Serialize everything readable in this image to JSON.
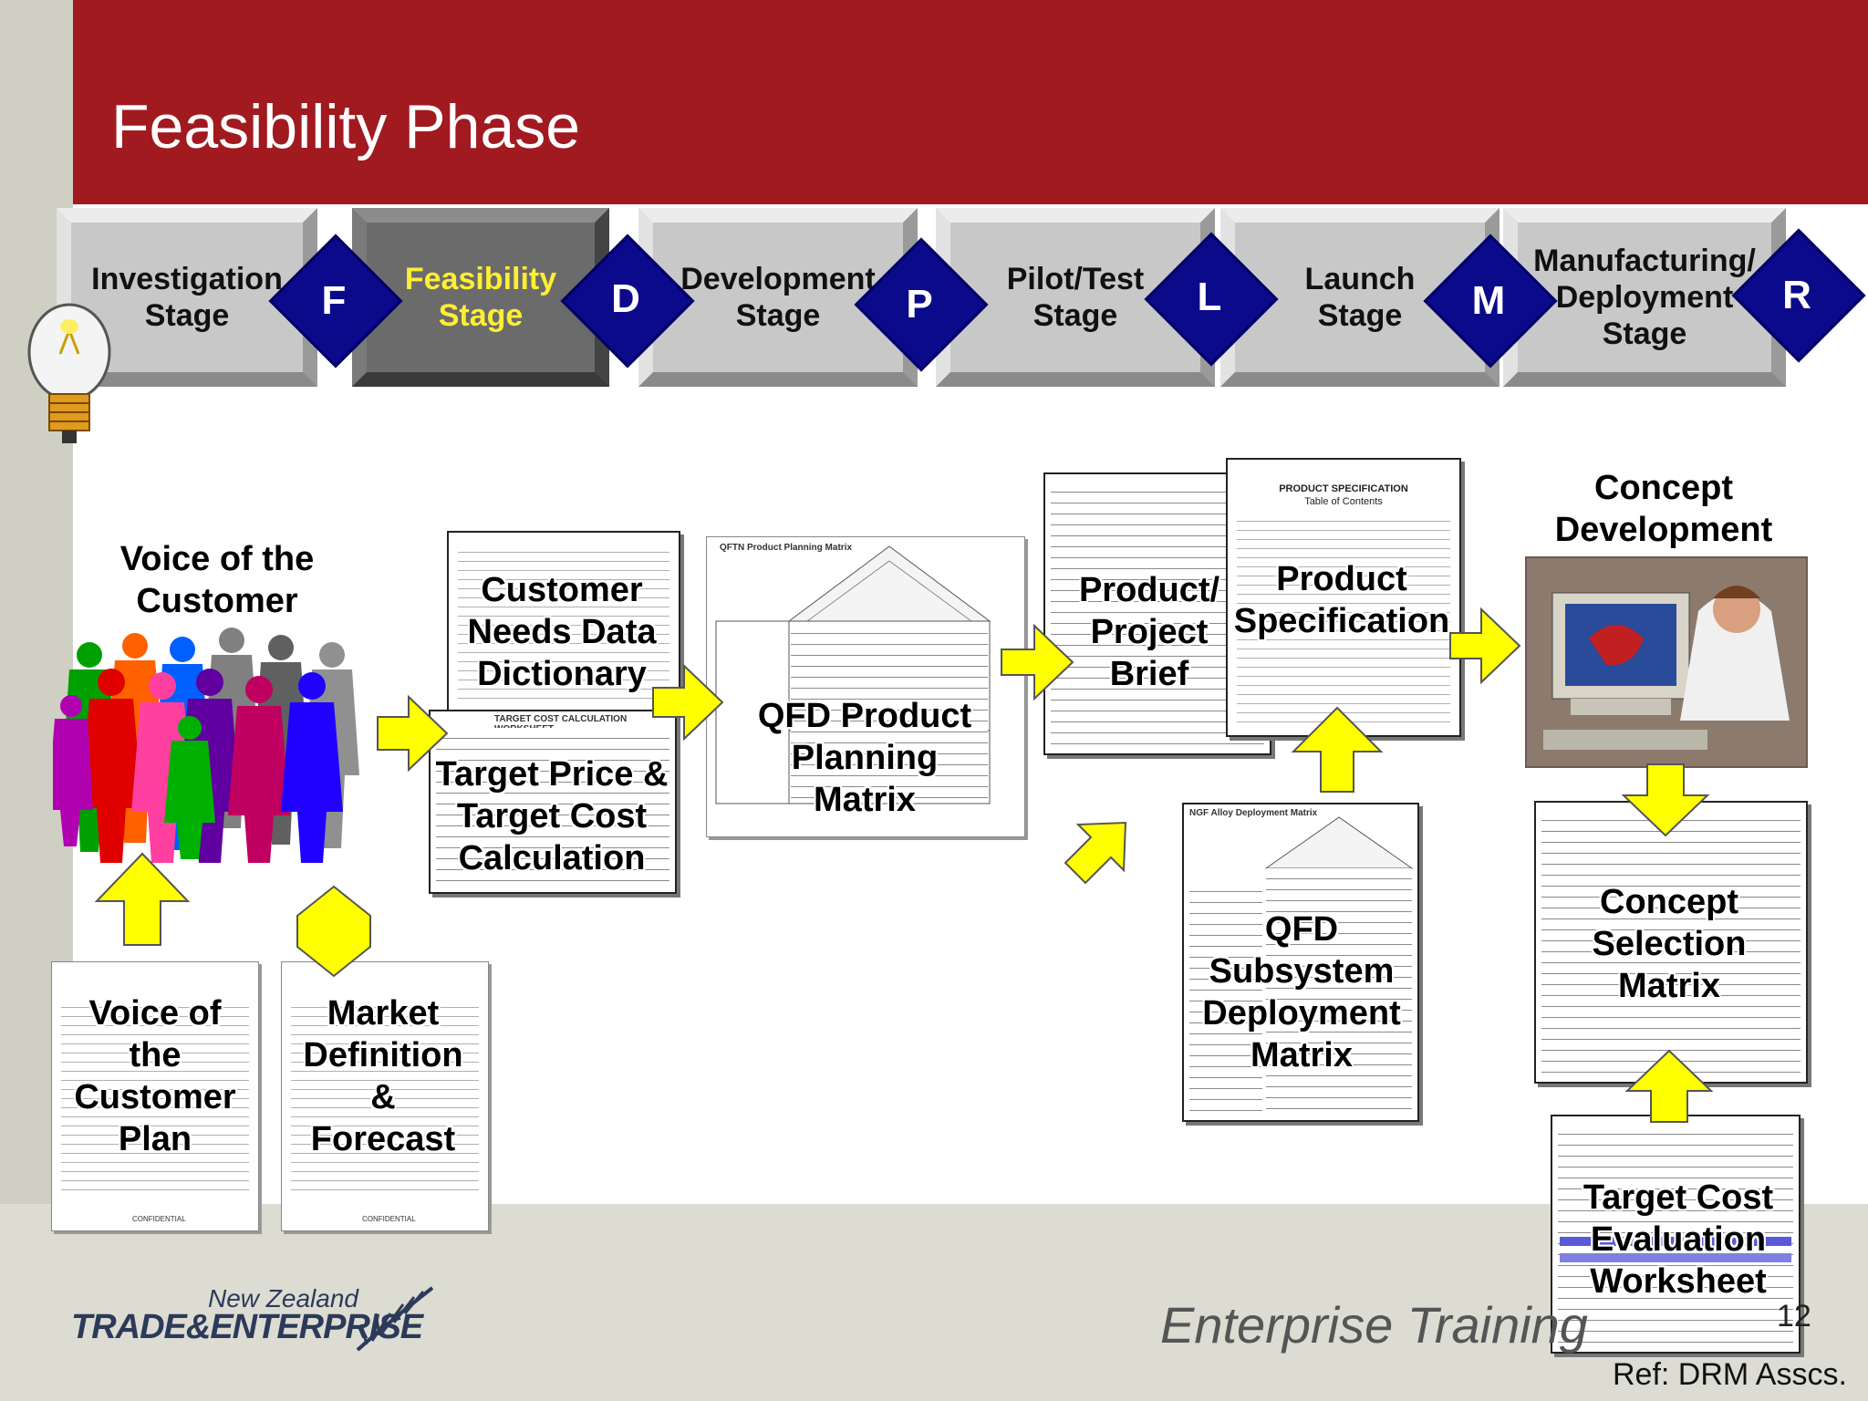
{
  "title": "Feasibility Phase",
  "stages": [
    {
      "label": "Investigation\nStage",
      "active": false
    },
    {
      "label": "Feasibility\nStage",
      "active": true
    },
    {
      "label": "Development\nStage",
      "active": false
    },
    {
      "label": "Pilot/Test\nStage",
      "active": false
    },
    {
      "label": "Launch\nStage",
      "active": false
    },
    {
      "label": "Manufacturing/\nDeployment\nStage",
      "active": false
    }
  ],
  "gates": [
    "F",
    "D",
    "P",
    "L",
    "M",
    "R"
  ],
  "voice_of_customer_heading": "Voice of the\nCustomer",
  "concept_development_heading": "Concept\nDevelopment",
  "artifacts": {
    "needs_dictionary": "Customer\nNeeds Data\nDictionary",
    "target_price": "Target Price &\nTarget Cost\nCalculation",
    "qfd_planning": "QFD Product\nPlanning\nMatrix",
    "project_brief": "Product/\nProject\nBrief",
    "product_spec": "Product\nSpecification",
    "qfd_subsystem": "QFD\nSubsystem\nDeployment\nMatrix",
    "concept_selection": "Concept\nSelection\nMatrix",
    "target_cost_eval": "Target Cost\nEvaluation\nWorksheet",
    "voc_plan": "Voice of\nthe\nCustomer\nPlan",
    "market_forecast": "Market\nDefinition\n&\nForecast"
  },
  "doc_captions": {
    "spec_title": "PRODUCT SPECIFICATION",
    "spec_subtitle": "Table of Contents",
    "qfd_title": "QFTN Product Planning Matrix",
    "ngf_title": "NGF Alloy Deployment Matrix",
    "target_cost_title": "TARGET COST CALCULATION WORKSHEET",
    "confidential": "CONFIDENTIAL"
  },
  "footer": {
    "logo_line1": "New Zealand",
    "logo_line2": "TRADE&ENTERPRISE",
    "training": "Enterprise Training",
    "page": "12",
    "ref": "Ref: DRM Asscs."
  },
  "colors": {
    "header_red": "#a01a20",
    "gate_blue": "#0a0a8a",
    "arrow_yellow": "#ffff00",
    "active_stage_text": "#ffee33"
  }
}
